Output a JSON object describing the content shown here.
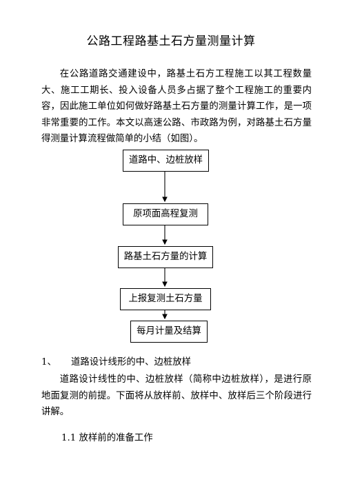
{
  "document": {
    "title": "公路工程路基土石方量测量计算",
    "intro": "在公路道路交通建设中，路基土石方工程施工以其工程数量大、施工工期长、投入设备人员多占据了整个工程施工的重要内容，因此施工单位如何做好路基土石方量的测量计算工作，是一项非常重要的工作。本文以高速公路、市政路为例，对路基土石方量得测量计算流程做简单的小结（如图）。",
    "flowchart": {
      "steps": [
        "道路中、边桩放样",
        "原项面高程复测",
        "路基土石方量的计算",
        "上报复测土石方量",
        "每月计量及结算"
      ]
    },
    "section1": {
      "number": "1、",
      "heading": "道路设计线形的中、边桩放样",
      "paragraph": "道路设计线性的中、边桩放样（简称中边桩放样），是进行原地面复测的前提。下面将从放样前、放样中、放样后三个阶段进行讲解。",
      "subsection": "1.1 放样前的准备工作"
    }
  }
}
